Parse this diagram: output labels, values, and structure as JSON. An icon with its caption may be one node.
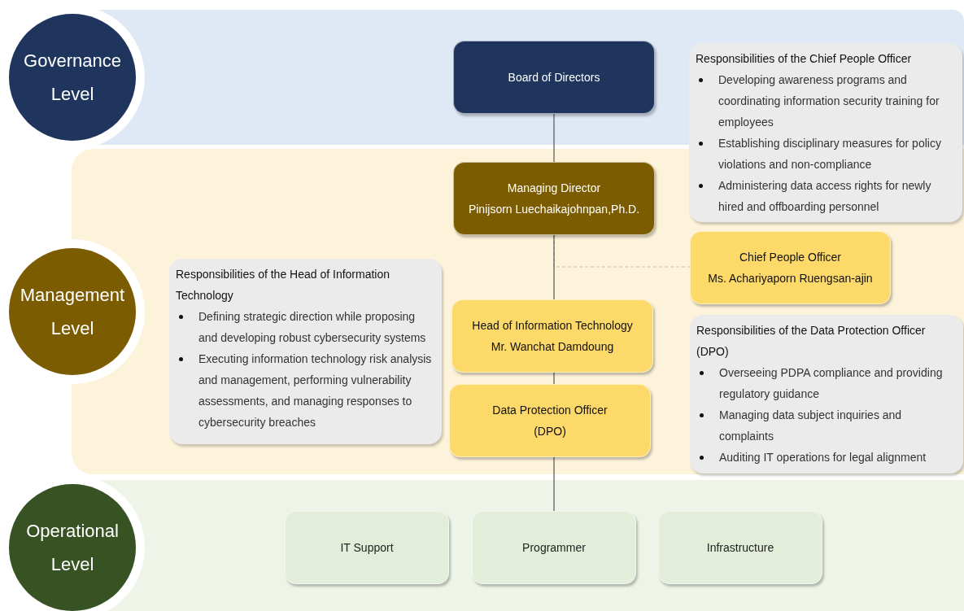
{
  "diagram": {
    "nodes": [
      {
        "text": [
          "Governance Level"
        ]
      },
      {
        "text": [
          "Management Level"
        ]
      },
      {
        "text": [
          "Operational Level"
        ]
      },
      {
        "text": [
          "Board of Directors"
        ]
      },
      {
        "text": [
          "Managing Director",
          "Pinijsorn Luechaikajohnpan,Ph.D."
        ]
      },
      {
        "text": [
          "Chief People Officer",
          "Ms. Achariyaporn Ruengsan-ajin"
        ]
      },
      {
        "text": [
          "Head of Information Technology",
          "Mr. Wanchat Damdoung"
        ]
      },
      {
        "text": [
          "Data Protection Officer (DPO)"
        ]
      },
      {
        "text": [
          "IT Support"
        ]
      },
      {
        "text": [
          "Programmer"
        ]
      },
      {
        "text": [
          "Infrastructure"
        ]
      },
      {
        "text": [
          "Responsibilities of the Chief People Officer",
          "Developing awareness programs and coordinating information security training for employees",
          "Establishing disciplinary measures for policy violations and non-compliance",
          "Administering data access rights for newly hired and offboarding personnel"
        ]
      },
      {
        "text": [
          "Responsibilities of the Head of Information Technology",
          "Defining strategic direction while proposing and developing robust cybersecurity systems",
          "Executing information technology risk analysis and management, performing vulnerability assessments, and managing responses to cybersecurity breaches"
        ]
      },
      {
        "text": [
          "Responsibilities of the Data Protection Officer (DPO)",
          "Overseeing PDPA compliance and providing regulatory guidance",
          "Managing data subject inquiries and complaints",
          "Auditing IT operations for legal alignment"
        ]
      }
    ],
    "edges": [
      {
        "from": 3,
        "to": 4,
        "arrow": "none"
      },
      {
        "from": 4,
        "to": 5,
        "arrow": "none",
        "style": "dashed",
        "color": "#c8bfa8"
      },
      {
        "from": 4,
        "to": 6,
        "arrow": "none"
      },
      {
        "from": 6,
        "to": 7,
        "arrow": "none"
      },
      {
        "from": 7,
        "to": 9,
        "arrow": "none"
      }
    ]
  }
}
